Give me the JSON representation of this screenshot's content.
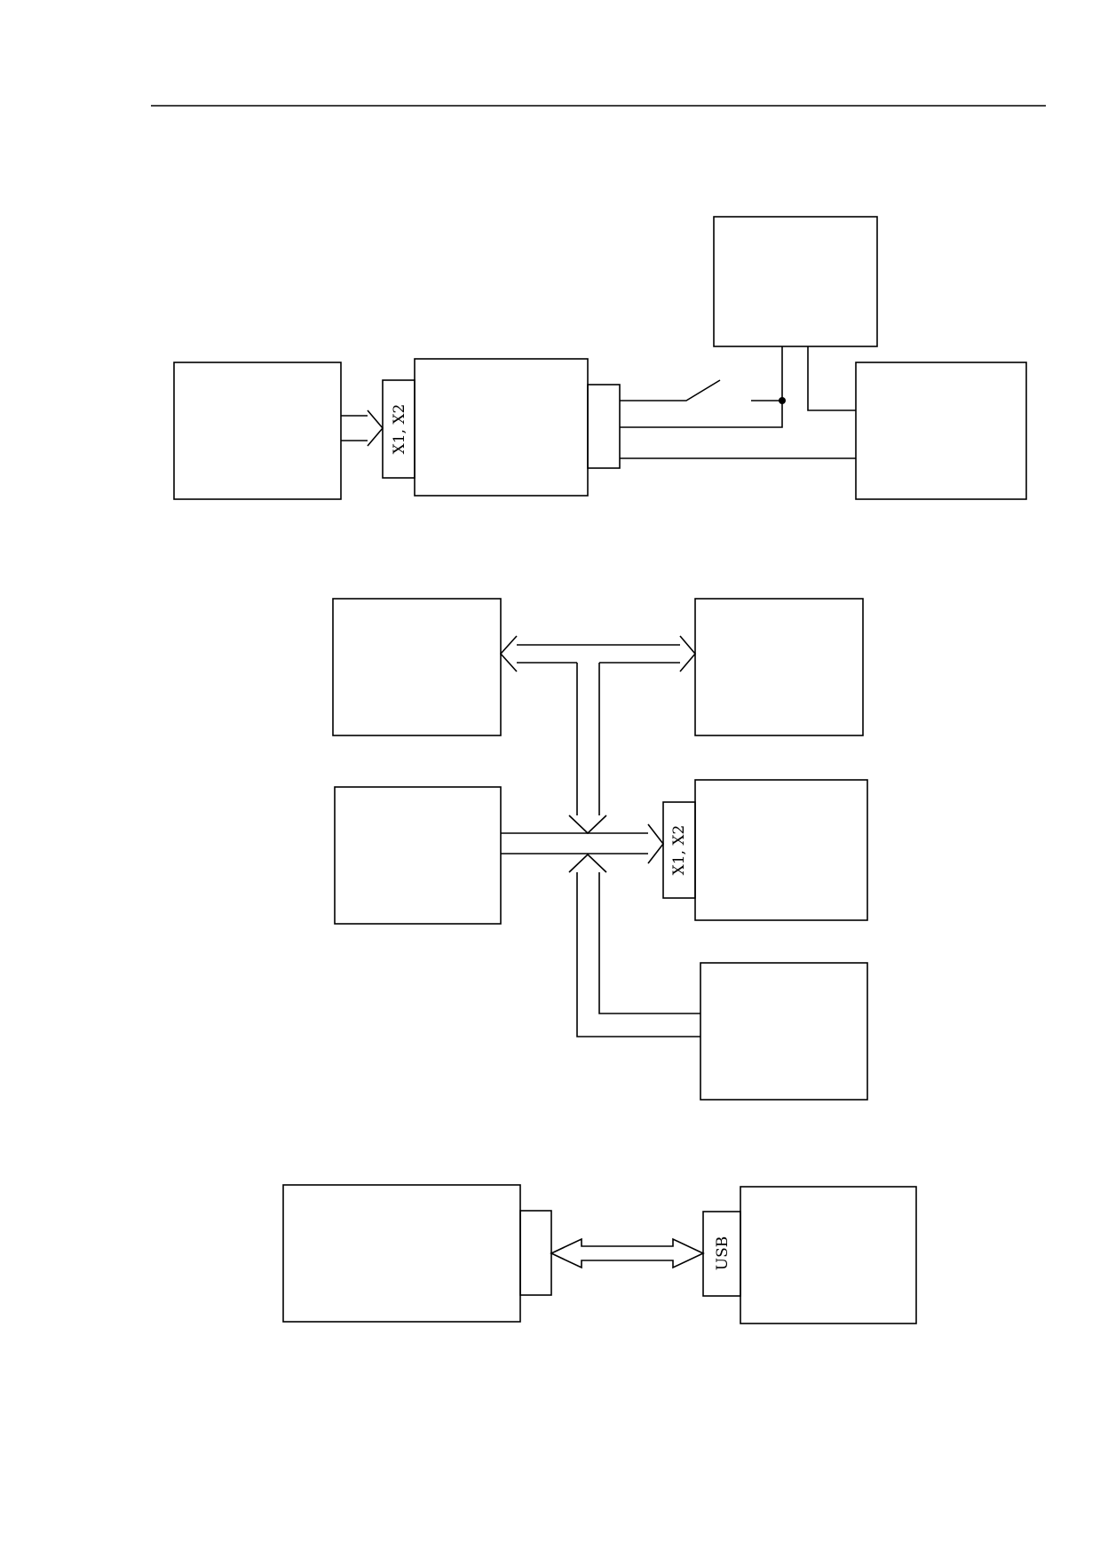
{
  "diagram1": {
    "connector_label": "X1, X2"
  },
  "diagram2": {
    "connector_label": "X1, X2"
  },
  "diagram3": {
    "connector_label": "USB"
  }
}
